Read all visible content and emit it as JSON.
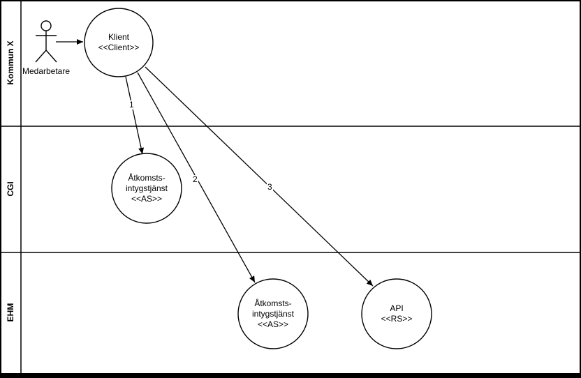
{
  "lanes": [
    {
      "label": "Kommun X"
    },
    {
      "label": "CGI"
    },
    {
      "label": "EHM"
    }
  ],
  "actor": {
    "label": "Medarbetare"
  },
  "nodes": {
    "klient": {
      "title": "Klient",
      "stereotype": "<<Client>>"
    },
    "as_cgi": {
      "line1": "Åtkomsts-",
      "line2": "intygstjänst",
      "stereotype": "<<AS>>"
    },
    "as_ehm": {
      "line1": "Åtkomsts-",
      "line2": "intygstjänst",
      "stereotype": "<<AS>>"
    },
    "api": {
      "title": "API",
      "stereotype": "<<RS>>"
    }
  },
  "arrows": [
    {
      "label": "1"
    },
    {
      "label": "2"
    },
    {
      "label": "3"
    }
  ],
  "colors": {
    "stroke": "#000000",
    "background": "#ffffff"
  }
}
